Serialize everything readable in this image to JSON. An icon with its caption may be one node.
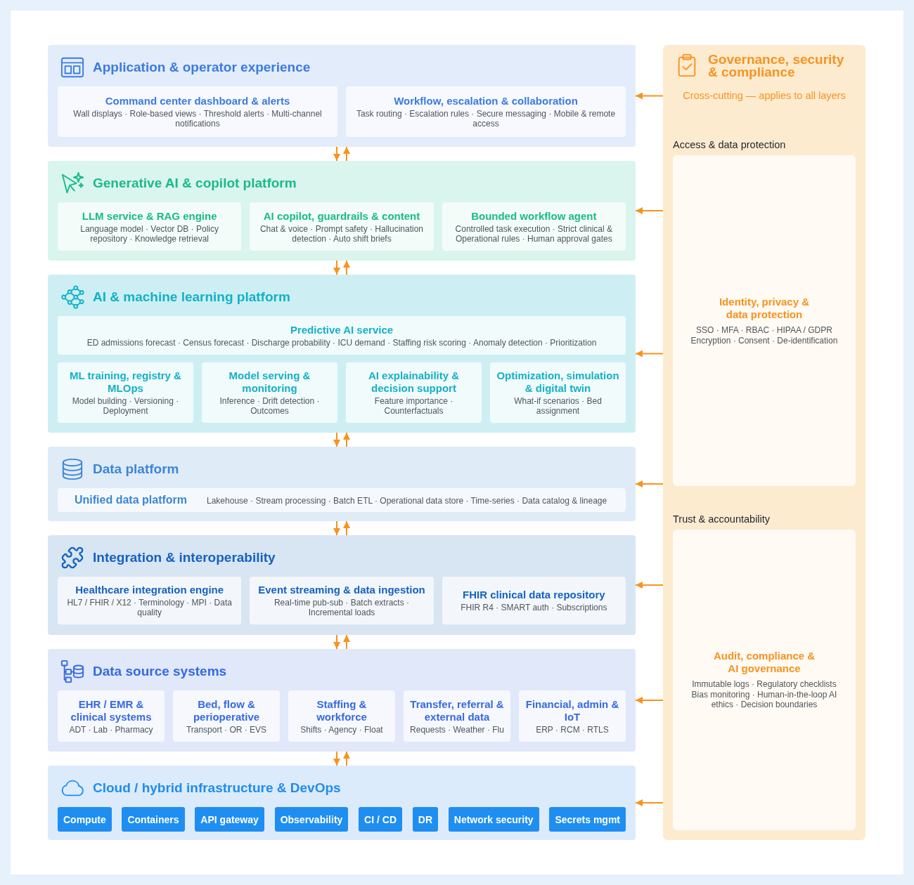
{
  "diagram": {
    "nodes": [
      {
        "text": [
          "Application & operator experience"
        ]
      },
      {
        "text": [
          "Command center dashboard & alerts",
          "Wall displays · Role-based views · Threshold alerts · Multi-channel notifications"
        ],
        "in": 0
      },
      {
        "text": [
          "Workflow, escalation & collaboration",
          "Task routing · Escalation rules · Secure messaging · Mobile & remote access"
        ],
        "in": 0
      },
      {
        "text": [
          "Generative AI & copilot platform"
        ]
      },
      {
        "text": [
          "LLM service & RAG engine",
          "Language model · Vector DB · Policy repository · Knowledge retrieval"
        ],
        "in": 3
      },
      {
        "text": [
          "AI copilot, guardrails & content",
          "Chat & voice · Prompt safety · Hallucination detection · Auto shift briefs"
        ],
        "in": 3
      },
      {
        "text": [
          "Bounded workflow agent",
          "Controlled task execution · Strict clinical & Operational rules · Human approval gates"
        ],
        "in": 3
      },
      {
        "text": [
          "AI & machine learning platform"
        ]
      },
      {
        "text": [
          "Predictive AI service",
          "ED admissions forecast · Census forecast · Discharge probability · ICU demand · Staffing risk scoring · Anomaly detection · Prioritization"
        ],
        "in": 7
      },
      {
        "text": [
          "ML training, registry & MLOps",
          "Model building · Versioning · Deployment"
        ],
        "in": 7
      },
      {
        "text": [
          "Model serving & monitoring",
          "Inference · Drift detection · Outcomes"
        ],
        "in": 7
      },
      {
        "text": [
          "AI explainability & decision support",
          "Feature importance · Counterfactuals"
        ],
        "in": 7
      },
      {
        "text": [
          "Optimization, simulation & digital twin",
          "What-if scenarios · Bed assignment"
        ],
        "in": 7
      },
      {
        "text": [
          "Data platform"
        ]
      },
      {
        "text": [
          "Unified data platform",
          "Lakehouse · Stream processing · Batch ETL · Operational data store · Time-series · Data catalog & lineage"
        ],
        "in": 13
      },
      {
        "text": [
          "Integration & interoperability"
        ]
      },
      {
        "text": [
          "Healthcare integration engine",
          "HL7 / FHIR / X12 · Terminology · MPI · Data quality"
        ],
        "in": 15
      },
      {
        "text": [
          "Event streaming & data ingestion",
          "Real-time pub-sub · Batch extracts · Incremental loads"
        ],
        "in": 15
      },
      {
        "text": [
          "FHIR clinical data repository",
          "FHIR R4 · SMART auth · Subscriptions"
        ],
        "in": 15
      },
      {
        "text": [
          "Data source systems"
        ]
      },
      {
        "text": [
          "EHR / EMR & clinical systems",
          "ADT · Lab · Pharmacy"
        ],
        "in": 19
      },
      {
        "text": [
          "Bed, flow & perioperative",
          "Transport · OR · EVS"
        ],
        "in": 19
      },
      {
        "text": [
          "Staffing & workforce",
          "Shifts · Agency · Float"
        ],
        "in": 19
      },
      {
        "text": [
          "Transfer, referral & external data",
          "Requests · Weather · Flu"
        ],
        "in": 19
      },
      {
        "text": [
          "Financial, admin & IoT",
          "ERP · RCM · RTLS"
        ],
        "in": 19
      },
      {
        "text": [
          "Cloud / hybrid infrastructure & DevOps"
        ]
      },
      {
        "text": [
          "Compute"
        ],
        "in": 25
      },
      {
        "text": [
          "Containers"
        ],
        "in": 25
      },
      {
        "text": [
          "API gateway"
        ],
        "in": 25
      },
      {
        "text": [
          "Observability"
        ],
        "in": 25
      },
      {
        "text": [
          "CI / CD"
        ],
        "in": 25
      },
      {
        "text": [
          "DR"
        ],
        "in": 25
      },
      {
        "text": [
          "Network security"
        ],
        "in": 25
      },
      {
        "text": [
          "Secrets mgmt"
        ],
        "in": 25
      },
      {
        "text": [
          "Governance, security & compliance",
          "Cross-cutting — applies to all layers"
        ]
      },
      {
        "text": [
          "Access & data protection",
          "Identity, privacy & data protection",
          "SSO · MFA · RBAC · HIPAA / GDPR Encryption · Consent · De-identification"
        ],
        "in": 34
      },
      {
        "text": [
          "Trust & accountability",
          "Audit, compliance & AI governance",
          "Immutable logs · Regulatory checklists Bias monitoring · Human-in-the-loop AI ethics · Decision boundaries"
        ],
        "in": 34
      }
    ],
    "edges": [
      {
        "from": 0,
        "to": 3,
        "arrow": "to"
      },
      {
        "from": 3,
        "to": 0,
        "arrow": "to"
      },
      {
        "from": 3,
        "to": 7,
        "arrow": "to"
      },
      {
        "from": 7,
        "to": 3,
        "arrow": "to"
      },
      {
        "from": 7,
        "to": 13,
        "arrow": "to"
      },
      {
        "from": 13,
        "to": 7,
        "arrow": "to"
      },
      {
        "from": 13,
        "to": 15,
        "arrow": "to"
      },
      {
        "from": 15,
        "to": 13,
        "arrow": "to"
      },
      {
        "from": 15,
        "to": 19,
        "arrow": "to"
      },
      {
        "from": 19,
        "to": 15,
        "arrow": "to"
      },
      {
        "from": 19,
        "to": 25,
        "arrow": "to"
      },
      {
        "from": 25,
        "to": 19,
        "arrow": "to"
      },
      {
        "from": 34,
        "to": 0,
        "arrow": "to"
      },
      {
        "from": 34,
        "to": 3,
        "arrow": "to"
      },
      {
        "from": 34,
        "to": 7,
        "arrow": "to"
      },
      {
        "from": 34,
        "to": 13,
        "arrow": "to"
      },
      {
        "from": 34,
        "to": 15,
        "arrow": "to"
      },
      {
        "from": 34,
        "to": 19,
        "arrow": "to"
      },
      {
        "from": 34,
        "to": 25,
        "arrow": "to"
      }
    ]
  }
}
